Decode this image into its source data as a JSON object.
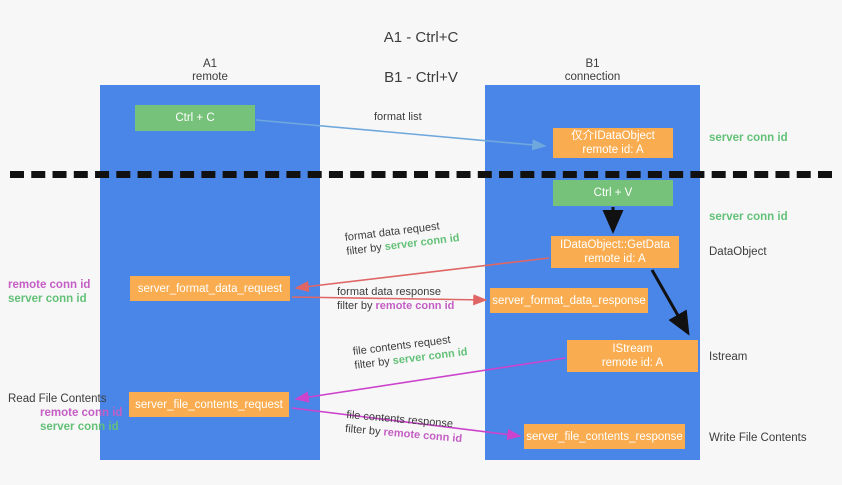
{
  "title": {
    "line1": "A1 - Ctrl+C",
    "line2": "B1 - Ctrl+V"
  },
  "lanes": [
    {
      "name": "A1",
      "sub": "remote"
    },
    {
      "name": "B1",
      "sub": "connection"
    }
  ],
  "nodes": {
    "ctrl_c": {
      "label": "Ctrl + C",
      "color": "#76c27a"
    },
    "idataobject": {
      "label": "仅介IDataObject",
      "sub": "remote id: A",
      "color": "#f9ad50"
    },
    "ctrl_v": {
      "label": "Ctrl + V",
      "color": "#76c27a"
    },
    "getdata": {
      "label": "IDataObject::GetData",
      "sub": "remote id: A",
      "color": "#f9ad50"
    },
    "server_format_data_request": {
      "label": "server_format_data_request",
      "color": "#f9ad50"
    },
    "server_format_data_response": {
      "label": "server_format_data_response",
      "color": "#f9ad50"
    },
    "istream": {
      "label": "IStream",
      "sub": "remote id: A",
      "color": "#f9ad50"
    },
    "server_file_contents_request": {
      "label": "server_file_contents_request",
      "color": "#f9ad50"
    },
    "server_file_contents_response": {
      "label": "server_file_contents_response",
      "color": "#f9ad50"
    }
  },
  "edges": {
    "format_list": {
      "label": "format list",
      "color": "#6fa8dc"
    },
    "format_data_request": {
      "line1": "format data request",
      "filter_prefix": "filter by ",
      "filter_value": "server conn id",
      "color": "#e06666"
    },
    "format_data_response": {
      "line1": "format data response",
      "filter_prefix": "filter by ",
      "filter_value": "remote conn id",
      "color": "#e06666"
    },
    "file_contents_request": {
      "line1": "file contents request",
      "filter_prefix": "filter by ",
      "filter_value": "server conn id",
      "color": "#cc44cc"
    },
    "file_contents_response": {
      "line1": "file contents response",
      "filter_prefix": "filter by ",
      "filter_value": "remote conn id",
      "color": "#cc44cc"
    }
  },
  "annotations": {
    "right_server_conn_1": "server conn id",
    "right_server_conn_2": "server conn id",
    "dataobject": "DataObject",
    "istream": "Istream",
    "write_file_contents": "Write File Contents",
    "left_remote_conn": "remote conn id",
    "left_server_conn": "server conn id",
    "read_file_contents": "Read File Contents",
    "read_remote_conn": "remote conn id",
    "read_server_conn": "server conn id"
  },
  "colors": {
    "lane": "#4a86e8",
    "green_node": "#76c27a",
    "orange_node": "#f9ad50",
    "server_conn": "#63c178",
    "remote_conn": "#c45ec4",
    "red_arrow": "#e06666",
    "magenta_arrow": "#cc44cc",
    "blue_arrow": "#6fa8dc",
    "black_arrow": "#111111",
    "background": "#f7f7f7"
  }
}
